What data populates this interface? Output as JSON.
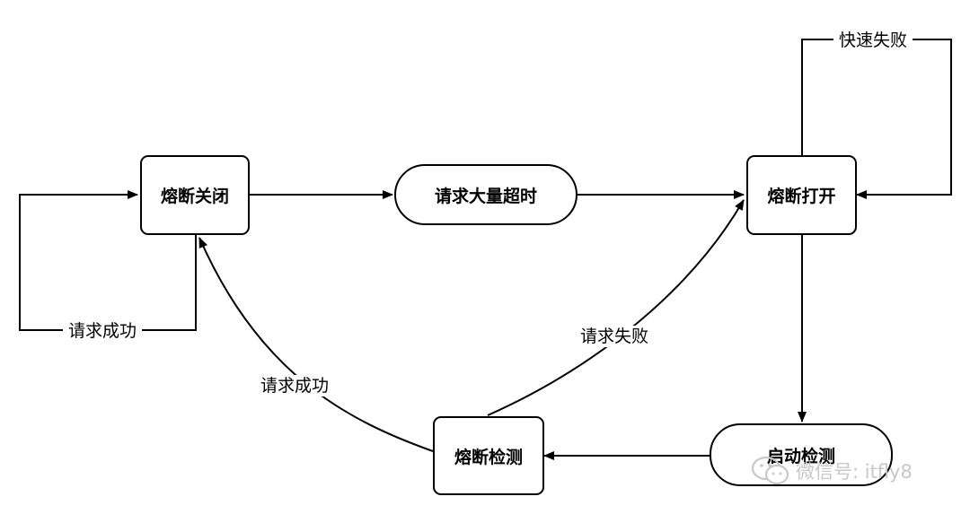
{
  "nodes": {
    "breaker_closed": "熔断关闭",
    "request_timeouts": "请求大量超时",
    "breaker_open": "熔断打开",
    "start_probe": "启动检测",
    "breaker_probe": "熔断检测"
  },
  "edges": {
    "closed_self_loop": "请求成功",
    "open_self_loop": "快速失败",
    "probe_success": "请求成功",
    "probe_failure": "请求失败"
  },
  "watermark": {
    "text": "微信号: itfly8",
    "icon": "wechat-icon"
  }
}
